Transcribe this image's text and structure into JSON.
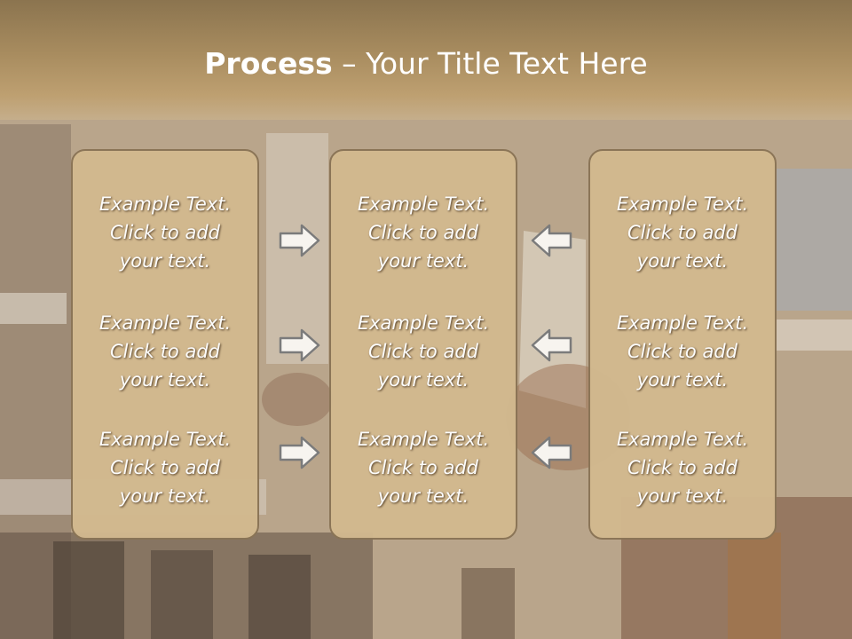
{
  "title": {
    "bold": "Process",
    "rest": " – Your Title Text Here"
  },
  "columns": [
    {
      "items": [
        "Example Text.\nClick  to add\nyour text.",
        "Example Text.\nClick  to add\nyour text.",
        "Example Text.\nClick  to add\nyour text."
      ]
    },
    {
      "items": [
        "Example Text.\nClick  to add\nyour text.",
        "Example Text.\nClick  to add\nyour text.",
        "Example Text.\nClick  to add\nyour text."
      ]
    },
    {
      "items": [
        "Example Text.\nClick  to add\nyour text.",
        "Example Text.\nClick  to add\nyour text.",
        "Example Text.\nClick  to add\nyour text."
      ]
    }
  ],
  "arrows": {
    "left_group": "arrow-right-icon",
    "right_group": "arrow-left-icon"
  },
  "colors": {
    "panel_fill": "#d2b98f",
    "panel_border": "#8a7456",
    "title_bar": "#a88c5f",
    "text": "#ffffff"
  }
}
